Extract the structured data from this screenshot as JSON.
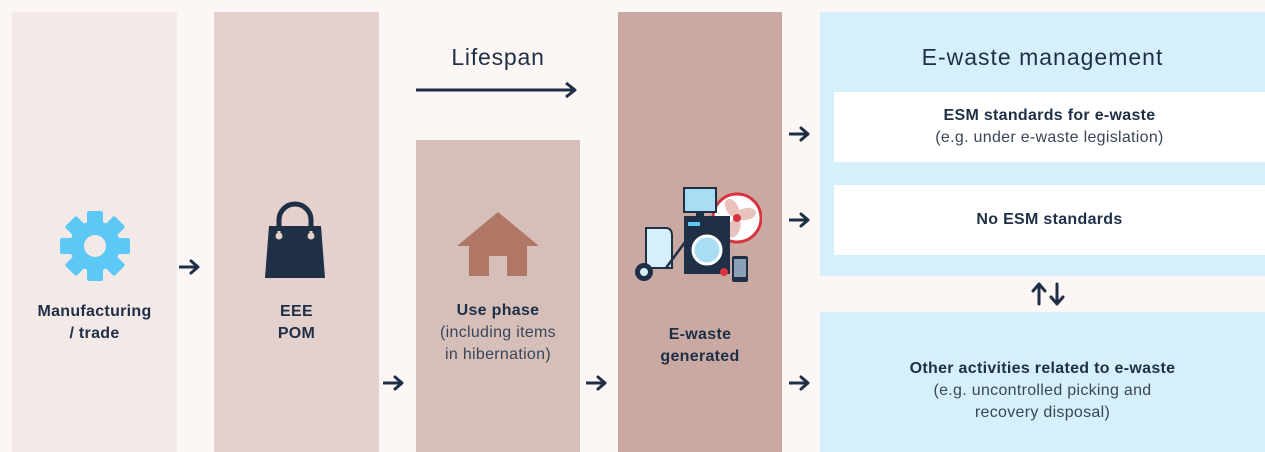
{
  "stages": {
    "manufacturing": {
      "line1": "Manufacturing",
      "line2": "/ trade",
      "icon": "gear-icon",
      "color": "#f3e9e7"
    },
    "eee_pom": {
      "line1": "EEE",
      "line2": "POM",
      "icon": "shopping-bag-icon",
      "color": "#e4d1cd"
    },
    "use_phase": {
      "title": "Use phase",
      "sub1": "(including items",
      "sub2": "in hibernation)",
      "icon": "house-icon",
      "color": "#d6bfb9"
    },
    "ewaste_generated": {
      "line1": "E-waste",
      "line2": "generated",
      "icon": "appliances-icon",
      "color": "#c9a9a2"
    }
  },
  "lifespan": {
    "label": "Lifespan"
  },
  "management": {
    "title": "E-waste management",
    "color": "#d6f0fb",
    "esm": {
      "title": "ESM standards for e-waste",
      "sub": "(e.g. under e-waste legislation)"
    },
    "no_esm": {
      "title": "No ESM standards"
    },
    "other": {
      "title": "Other activities related to e-waste",
      "sub1": "(e.g. uncontrolled picking and",
      "sub2": "recovery disposal)"
    }
  },
  "colors": {
    "navy": "#1f2f46",
    "gear": "#5bc8f5",
    "house": "#b07767"
  }
}
